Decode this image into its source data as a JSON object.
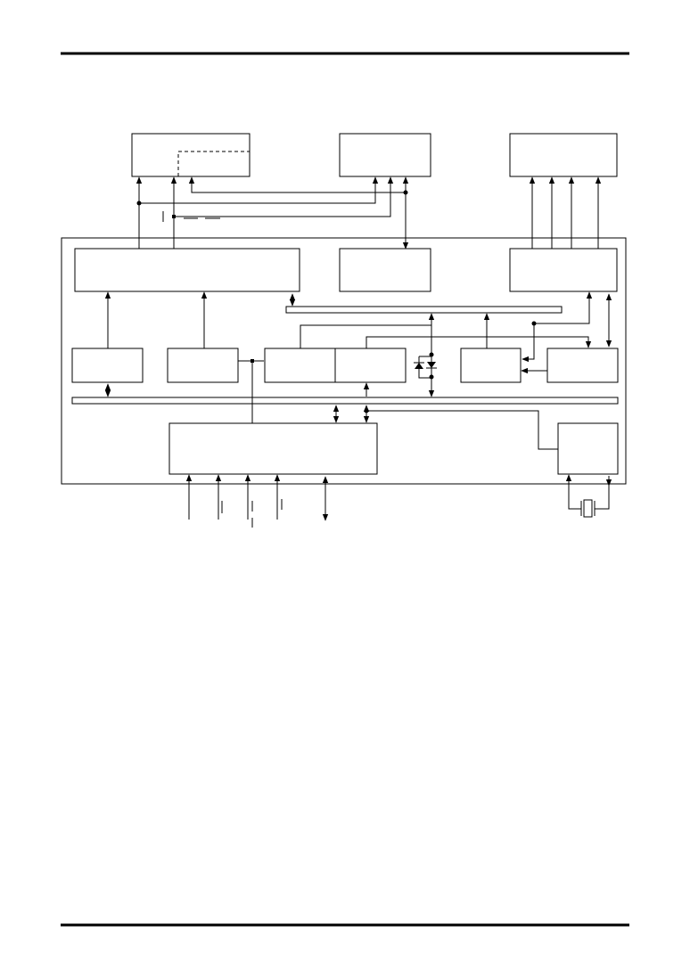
{
  "page": {
    "title": "",
    "footer": ""
  },
  "diagram": {
    "type": "block-diagram",
    "blocks": [
      {
        "id": "external-block-1",
        "label": ""
      },
      {
        "id": "external-block-2",
        "label": ""
      },
      {
        "id": "external-block-3",
        "label": ""
      },
      {
        "id": "interface-block",
        "label": ""
      },
      {
        "id": "central-block",
        "label": ""
      },
      {
        "id": "output-block",
        "label": ""
      },
      {
        "id": "left-block-1",
        "label": ""
      },
      {
        "id": "left-block-2",
        "label": ""
      },
      {
        "id": "mid-block-a",
        "label": ""
      },
      {
        "id": "mid-block-b",
        "label": ""
      },
      {
        "id": "right-block-1",
        "label": ""
      },
      {
        "id": "right-block-2",
        "label": ""
      },
      {
        "id": "core-block",
        "label": ""
      },
      {
        "id": "oscillator-block",
        "label": ""
      }
    ],
    "line_color": "#000000",
    "background": "#ffffff"
  }
}
